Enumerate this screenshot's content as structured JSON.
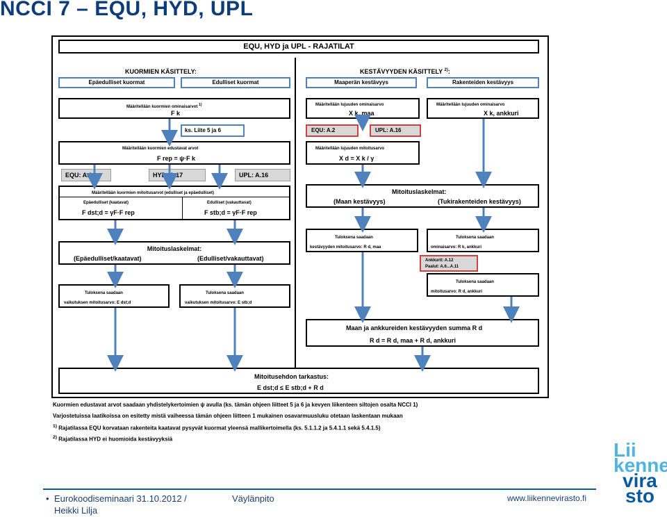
{
  "slide_title": "NCCI 7 – EQU, HYD, UPL",
  "diagram": {
    "header": "EQU, HYD ja UPL - RAJATILAT",
    "left_title": "KUORMIEN KÄSITTELY:",
    "right_title": "KESTÄVYYDEN KÄSITTELY",
    "right_title_sup": "2)",
    "left_tabs": [
      "Epäedulliset kuormat",
      "Edulliset kuormat"
    ],
    "right_tabs": [
      "Maaperän kestävyys",
      "Rakenteiden kestävyys"
    ],
    "char_load_label": "Määritellään kuormien ominaisarvot",
    "char_load_sup": "1)",
    "char_load_symbol": "F k",
    "ref_liite": "ks. Liite 5 ja 6",
    "design_load_label": "Määritellään kuormien edustavat arvot",
    "design_load_formula": "F rep = ψ·F k",
    "ref_equ_a1": "EQU: A.1",
    "ref_hyd": "HYD: A.17",
    "ref_upl_a16_left": "UPL: A.16",
    "design_values_label": "Määritellään kuormien mitoitusarvot (edulliset ja epäedulliset)",
    "unfav_label": "Epäedulliset (kaatavat)",
    "fav_label": "Edulliset (vakauttavat)",
    "unfav_formula": "F dst;d = γF·F rep",
    "fav_formula": "F stb;d = γF·F rep",
    "load_calc_title": "Mitoituslaskelmat:",
    "load_calc_left": "(Epäedulliset/kaatavat)",
    "load_calc_right": "(Edulliset/vakauttavat)",
    "effect_result_label": "Tuloksena saadaan",
    "effect_unfav": "vaikutuksen mitoitusarvo: E dst;d",
    "effect_fav": "vaikutuksen mitoitusarvo: E stb;d",
    "soil_char_label": "Määritellään lujuuden ominaisarvo",
    "soil_char_symbol": "X k, maa",
    "struct_char_label": "Määritellään lujuuden ominaisarvo",
    "struct_char_symbol": "X k, ankkuri",
    "ref_equ_a2": "EQU: A.2",
    "ref_upl_a16_right": "UPL: A.16",
    "soil_design_label": "Määritellään lujuuden mitoitusarvo",
    "soil_design_formula": "X d = X k / γ",
    "res_calc_title": "Mitoituslaskelmat:",
    "res_calc_left": "(Maan kestävyys)",
    "res_calc_right": "(Tukirakenteiden kestävyys)",
    "soil_result_label": "Tuloksena saadaan",
    "soil_result_text": "kestävyyden mitoitusarvo: R d, maa",
    "anchor_char_label": "Tuloksena saadaan",
    "anchor_char_text": "ominaisarvo: R k, ankkuri",
    "ref_anchor": "Ankkurit: A.12",
    "ref_pile": "Paalut: A.6...A.11",
    "anchor_design_label": "Tuloksena saadaan",
    "anchor_design_text": "mitoitusarvo: R d, ankkuri",
    "total_label": "Maan ja ankkureiden kestävyyden summa R d",
    "total_formula": "R d = R d, maa + R d, ankkuri",
    "check_title": "Mitoitusehdon tarkastus:",
    "check_formula": "E dst;d ≤ E stb;d + R d",
    "notes": [
      "Kuormien edustavat arvot saadaan yhdistelykertoimien ψ avulla (ks. tämän ohjeen liitteet 5 ja 6 ja kevyen liikenteen siltojen osalta NCCI 1)",
      "Varjostetuissa laatikoissa on esitetty mistä vaiheessa tämän ohjeen liitteen 1 mukainen osavarmuusluku otetaan laskentaan mukaan",
      "Rajatilassa EQU korvataan rakenteita kaatavat pysyvät kuormat yleensä mallikertoimella (ks. 5.1.1.2 ja 5.4.1.1 sekä 5.4.1.5)",
      "Rajatilassa HYD ei huomioida kestävyyksiä"
    ],
    "note_marks": [
      "1)",
      "2)"
    ]
  },
  "footer": {
    "event": "Eurokoodiseminaari 31.10.2012 /",
    "author": "Heikki Lilja",
    "center": "Väylänpito",
    "url": "www.liikennevirasto.fi"
  },
  "logo": {
    "lines": [
      "Lii",
      "kenne",
      "vira",
      "sto"
    ],
    "colors": {
      "primary": "#0a5aa0",
      "accent": "#4fb4e0"
    }
  },
  "colors": {
    "title": "#0c3c7c",
    "arrow": "#4f81bd",
    "ref_border": "#d04040"
  }
}
